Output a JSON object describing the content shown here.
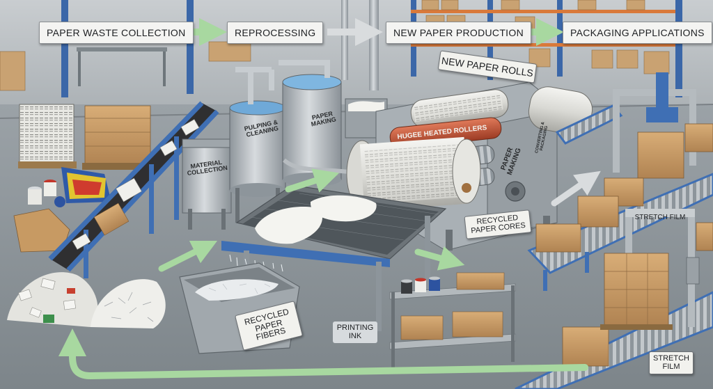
{
  "header_flow": {
    "stages": [
      {
        "label": "Paper Waste Collection"
      },
      {
        "label": "Reprocessing"
      },
      {
        "label": "New Paper Production"
      },
      {
        "label": "Packaging Applications"
      }
    ]
  },
  "callouts": {
    "new_paper_rolls": "New Paper Rolls",
    "recycled_paper_cores": "Recycled Paper Cores",
    "recycled_paper_fibers": "Recycled Paper Fibers",
    "printing_ink": "Printing Ink",
    "stretch_film_top": "Stretch Film",
    "stretch_film_bottom": "Stretch Film"
  },
  "machine_stencils": {
    "material_collection": "Material Collection",
    "pulping_cleaning": "Pulping & Cleaning",
    "paper_making_tank": "Paper Making",
    "heated_rollers": "Hugee Heated Rollers",
    "paper_making_machine": "Paper Making",
    "converting_packaging": "Converting & Packaging"
  },
  "colors": {
    "flow_arrow": "#a8d8a0",
    "machine_blue": "#3f6fb4",
    "steel": "#b9bec3",
    "cardboard": "#c79a63",
    "floor": "#8f969b"
  }
}
